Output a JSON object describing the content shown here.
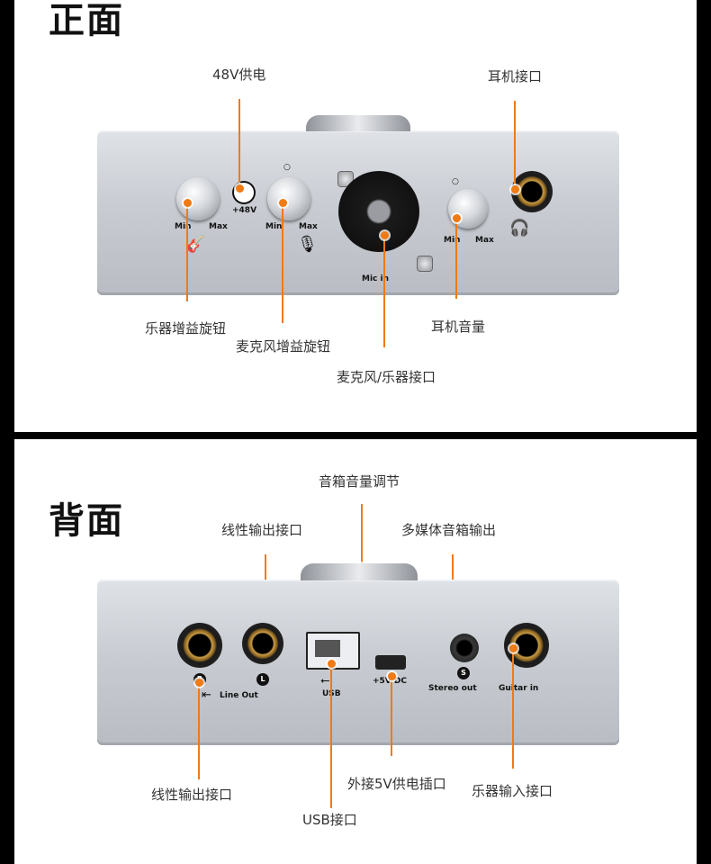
{
  "front": {
    "heading": "正面",
    "labels": {
      "phantom_power": "48V供电",
      "headphone_jack": "耳机接口",
      "instrument_gain": "乐器增益旋钮",
      "mic_gain": "麦克风增益旋钮",
      "mic_instrument_jack": "麦克风/乐器接口",
      "headphone_volume": "耳机音量"
    },
    "device_print": {
      "min": "Min",
      "max": "Max",
      "plus48v": "+48V",
      "mic_in": "Mic in"
    }
  },
  "back": {
    "heading": "背面",
    "labels": {
      "speaker_volume": "音箱音量调节",
      "line_out_jack_top": "线性输出接口",
      "multimedia_out": "多媒体音箱输出",
      "line_out_jack_bottom": "线性输出接口",
      "usb_port": "USB接口",
      "dc_power": "外接5V供电插口",
      "instrument_input": "乐器输入接口"
    },
    "device_print": {
      "r": "R",
      "l": "L",
      "s": "S",
      "line_out": "Line Out",
      "usb": "USB",
      "dc": "+5V DC",
      "stereo_out": "Stereo out",
      "guitar_in": "Guitar in"
    }
  },
  "colors": {
    "leader": "#f07a14",
    "background": "#000000",
    "panel": "#ffffff"
  }
}
